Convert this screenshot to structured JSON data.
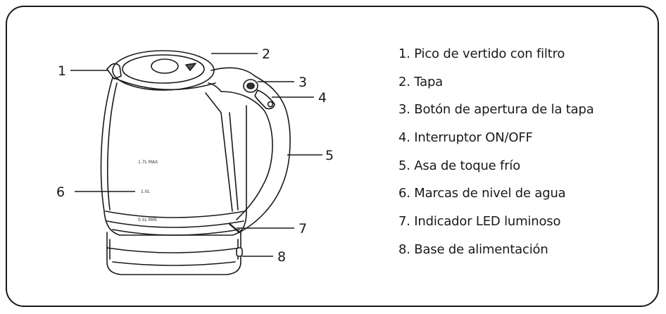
{
  "diagram": {
    "callouts": [
      "1",
      "2",
      "3",
      "4",
      "5",
      "6",
      "7",
      "8"
    ],
    "legend": [
      "1. Pico de vertido con filtro",
      "2. Tapa",
      "3. Botón de apertura de la tapa",
      "4. Interruptor ON/OFF",
      "5. Asa de toque frío",
      "6. Marcas de nivel de agua",
      "7. Indicador LED luminoso",
      "8. Base de alimentación"
    ],
    "level_marks": [
      "1.7L MAX",
      "1.0L",
      "0.5L MIN"
    ],
    "colors": {
      "line": "#1a1a1a",
      "fill": "#ffffff"
    }
  }
}
